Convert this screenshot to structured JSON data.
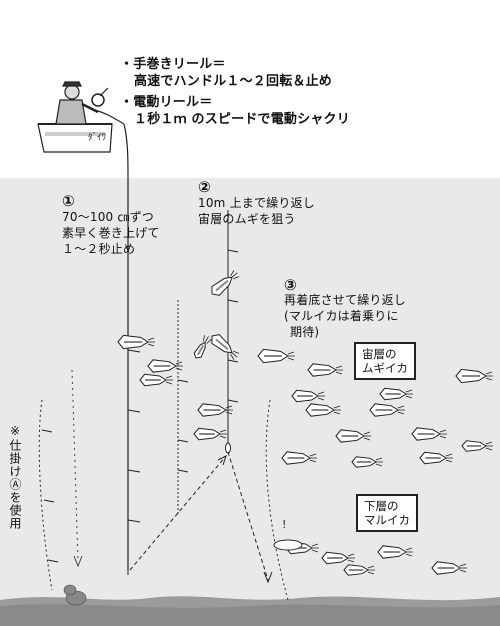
{
  "colors": {
    "water": "#e8e8e8",
    "seabed": "#9a9a9a",
    "squid_fill": "#ffffff",
    "line": "#222222"
  },
  "instructions": {
    "line1": "・手巻きリール＝",
    "line2": "高速でハンドル１～２回転＆止め",
    "line3": "・電動リール＝",
    "line4": "１秒１ｍ のスピードで電動シャクリ"
  },
  "step1": {
    "number": "①",
    "text1": "70～100 ㎝ずつ",
    "text2": "素早く巻き上げて",
    "text3": "１～２秒止め"
  },
  "step2": {
    "number": "②",
    "text1": "10m 上まで繰り返し",
    "text2": "宙層のムギを狙う"
  },
  "step3": {
    "number": "③",
    "text1": "再着底させて繰り返し",
    "text2": "(マルイカは着乗りに",
    "text3": "期待)"
  },
  "labels": {
    "mid_layer_line1": "宙層の",
    "mid_layer_line2": "ムギイカ",
    "bottom_layer_line1": "下層の",
    "bottom_layer_line2": "マルイカ",
    "side_note": "※仕掛けⒶを使用"
  },
  "icons": {
    "angler": "angler-on-boat-icon",
    "squid": "squid-icon",
    "rock": "seabed-rock-icon"
  }
}
